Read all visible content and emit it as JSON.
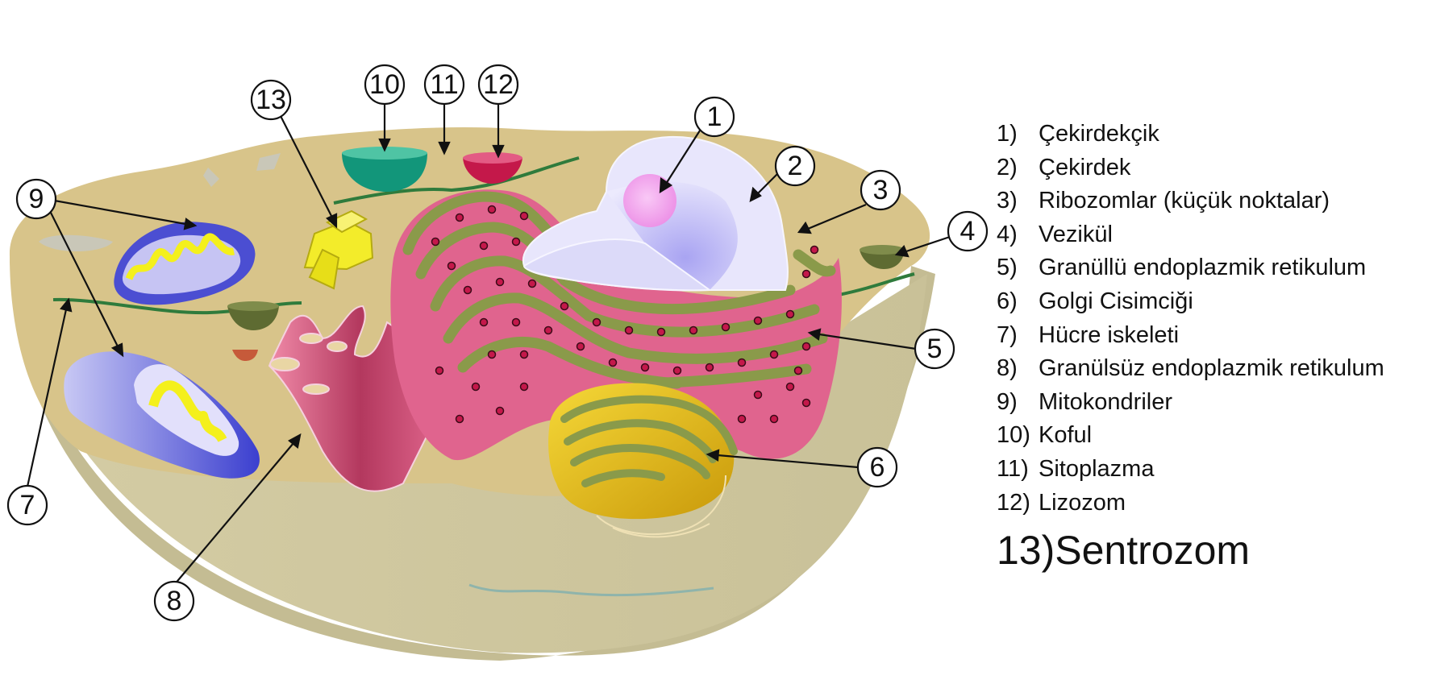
{
  "callouts": [
    "1",
    "2",
    "3",
    "4",
    "5",
    "6",
    "7",
    "8",
    "9",
    "10",
    "11",
    "12",
    "13"
  ],
  "legend": [
    {
      "num": "1)",
      "label": "Çekirdekçik"
    },
    {
      "num": "2)",
      "label": "Çekirdek"
    },
    {
      "num": "3)",
      "label": "Ribozomlar (küçük noktalar)"
    },
    {
      "num": "4)",
      "label": "Vezikül"
    },
    {
      "num": "5)",
      "label": "Granüllü endoplazmik retikulum"
    },
    {
      "num": "6)",
      "label": "Golgi Cisimciği"
    },
    {
      "num": "7)",
      "label": "Hücre iskeleti"
    },
    {
      "num": "8)",
      "label": "Granülsüz endoplazmik retikulum"
    },
    {
      "num": "9)",
      "label": "Mitokondriler"
    },
    {
      "num": "10)",
      "label": "Koful"
    },
    {
      "num": "11)",
      "label": "Sitoplazma"
    },
    {
      "num": "12)",
      "label": "Lizozom"
    },
    {
      "num": "13)",
      "label": "Sentrozom"
    }
  ],
  "colors": {
    "cytoplasm": "#d8c48a",
    "cell_wall": "#cfc7a3",
    "nucleus": "#e4e2fb",
    "nucleolus": "#f3a3f0",
    "rough_er": "#e0648e",
    "er_membrane": "#8a9a4a",
    "golgi": "#e3bb1a",
    "mitochondria": "#4b4ed2",
    "mito_cristae": "#f4f01c",
    "vacuole": "#12967a",
    "lysosome": "#c4184a",
    "vesicle": "#5e6b32",
    "centrosome": "#f3ec2a",
    "cytoskeleton": "#2f7b3c"
  }
}
